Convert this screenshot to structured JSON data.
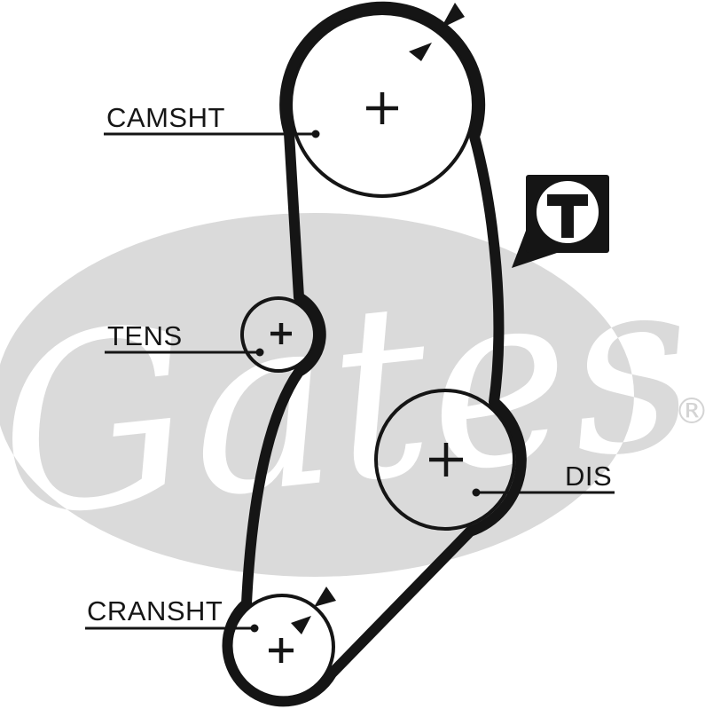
{
  "diagram": {
    "watermark": {
      "brand": "Gates",
      "registered": "®"
    },
    "tension_marker": {
      "symbol": "T"
    },
    "pulleys": [
      {
        "id": "camshaft",
        "label": "CAMSHT"
      },
      {
        "id": "tensioner",
        "label": "TENS"
      },
      {
        "id": "distributor",
        "label": "DIS"
      },
      {
        "id": "crankshaft",
        "label": "CRANSHT"
      }
    ],
    "colors": {
      "line": "#151515",
      "watermark": "#dadada",
      "background": "#ffffff"
    }
  }
}
